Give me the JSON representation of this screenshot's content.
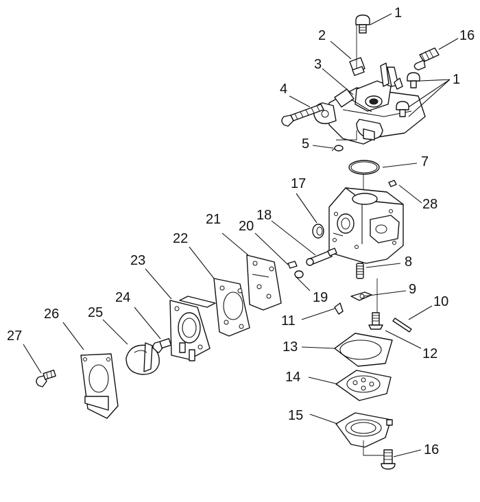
{
  "callouts": [
    {
      "id": "c1a",
      "label": "1"
    },
    {
      "id": "c2",
      "label": "2"
    },
    {
      "id": "c16a",
      "label": "16"
    },
    {
      "id": "c3",
      "label": "3"
    },
    {
      "id": "c1b",
      "label": "1"
    },
    {
      "id": "c4",
      "label": "4"
    },
    {
      "id": "c5",
      "label": "5"
    },
    {
      "id": "c7",
      "label": "7"
    },
    {
      "id": "c17",
      "label": "17"
    },
    {
      "id": "c28",
      "label": "28"
    },
    {
      "id": "c21",
      "label": "21"
    },
    {
      "id": "c18",
      "label": "18"
    },
    {
      "id": "c20",
      "label": "20"
    },
    {
      "id": "c22",
      "label": "22"
    },
    {
      "id": "c8",
      "label": "8"
    },
    {
      "id": "c23",
      "label": "23"
    },
    {
      "id": "c9",
      "label": "9"
    },
    {
      "id": "c19",
      "label": "19"
    },
    {
      "id": "c24",
      "label": "24"
    },
    {
      "id": "c10",
      "label": "10"
    },
    {
      "id": "c11",
      "label": "11"
    },
    {
      "id": "c26",
      "label": "26"
    },
    {
      "id": "c25",
      "label": "25"
    },
    {
      "id": "c27",
      "label": "27"
    },
    {
      "id": "c13",
      "label": "13"
    },
    {
      "id": "c12",
      "label": "12"
    },
    {
      "id": "c14",
      "label": "14"
    },
    {
      "id": "c15",
      "label": "15"
    },
    {
      "id": "c16b",
      "label": "16"
    }
  ]
}
